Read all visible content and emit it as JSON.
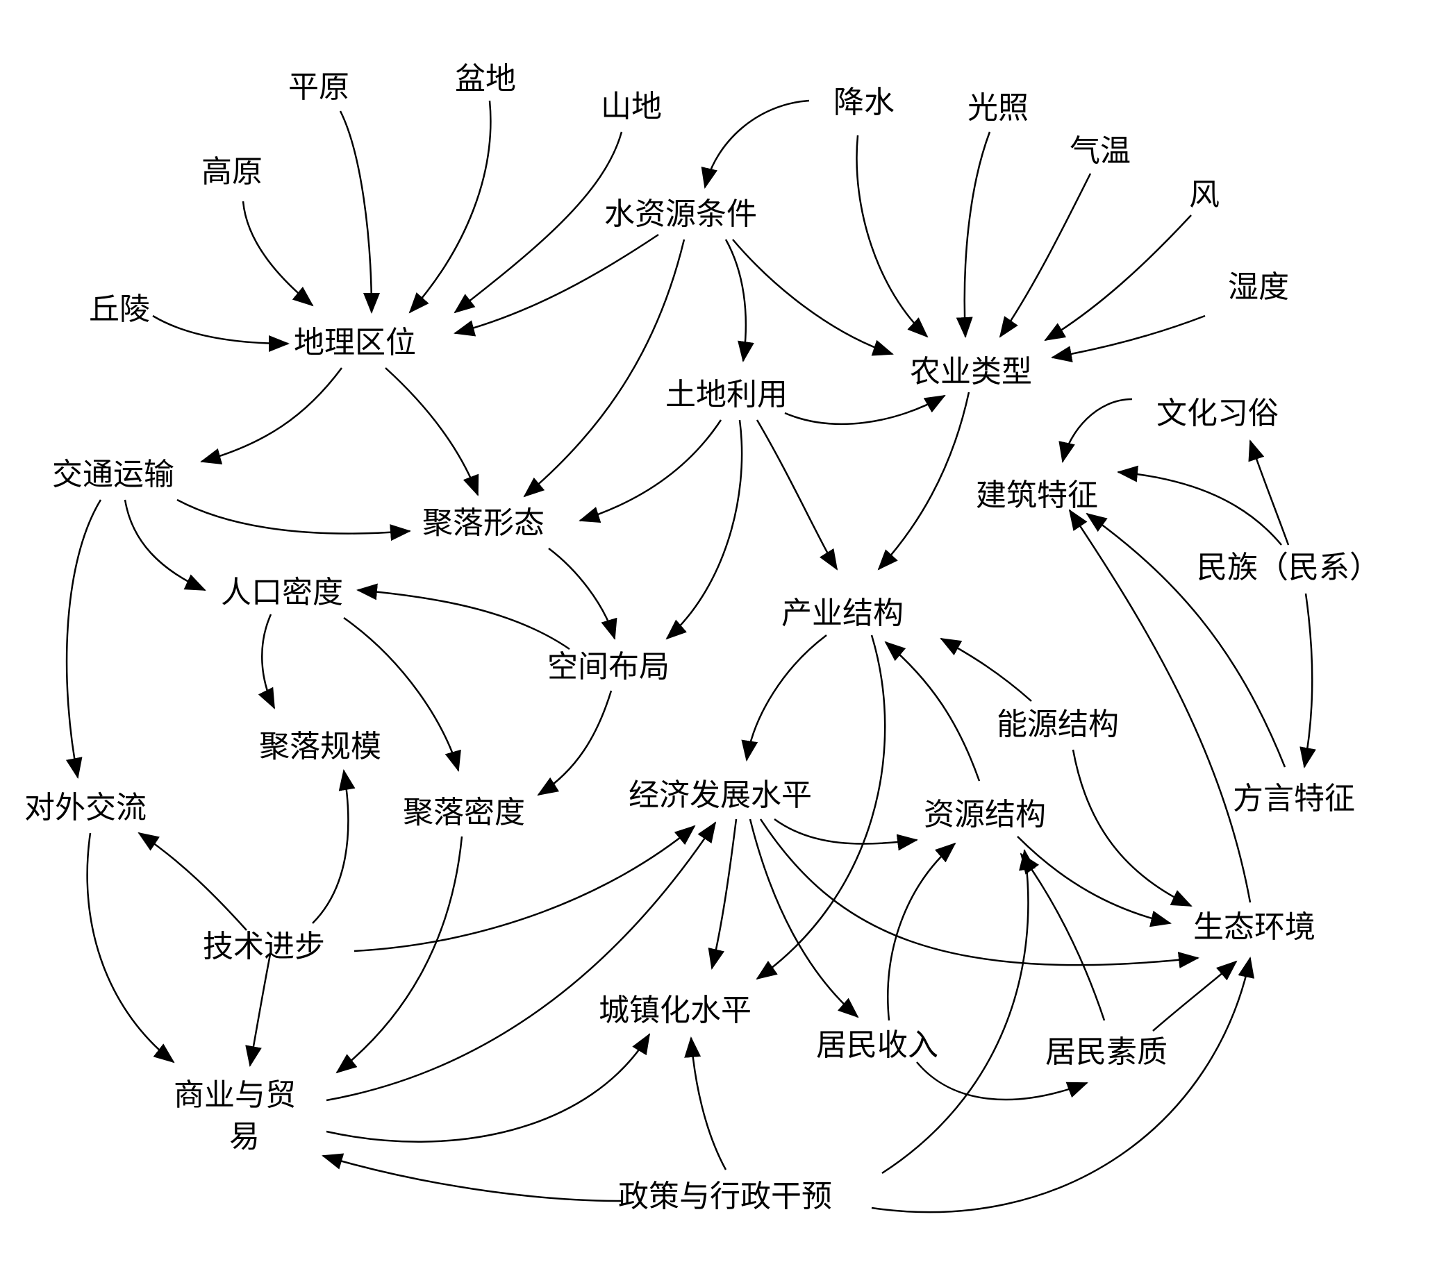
{
  "colors": {
    "ink": "#000000",
    "background": "#ffffff"
  },
  "nodes": {
    "pingyuan": "平原",
    "pendi": "盆地",
    "shandi": "山地",
    "jiangshui": "降水",
    "guangzhao": "光照",
    "qiwen": "气温",
    "feng": "风",
    "gaoyuan": "高原",
    "shuiziyuan": "水资源条件",
    "shidu": "湿度",
    "qiuling": "丘陵",
    "dili": "地理区位",
    "tudi": "土地利用",
    "nongye": "农业类型",
    "wenhua": "文化习俗",
    "jiaotong": "交通运输",
    "xingtai": "聚落形态",
    "jianzhu": "建筑特征",
    "minzu": "民族（民系）",
    "renkou": "人口密度",
    "chanye": "产业结构",
    "kongjian": "空间布局",
    "nengyuan": "能源结构",
    "guimo": "聚落规模",
    "duiwai": "对外交流",
    "midu": "聚落密度",
    "jingji": "经济发展水平",
    "ziyuan": "资源结构",
    "fangyan": "方言特征",
    "shengtai": "生态环境",
    "jishu": "技术进步",
    "chengzhen": "城镇化水平",
    "shouru": "居民收入",
    "suzhi": "居民素质",
    "shangye_1": "商业与贸",
    "shangye_2": "易",
    "zhengce": "政策与行政干预"
  }
}
